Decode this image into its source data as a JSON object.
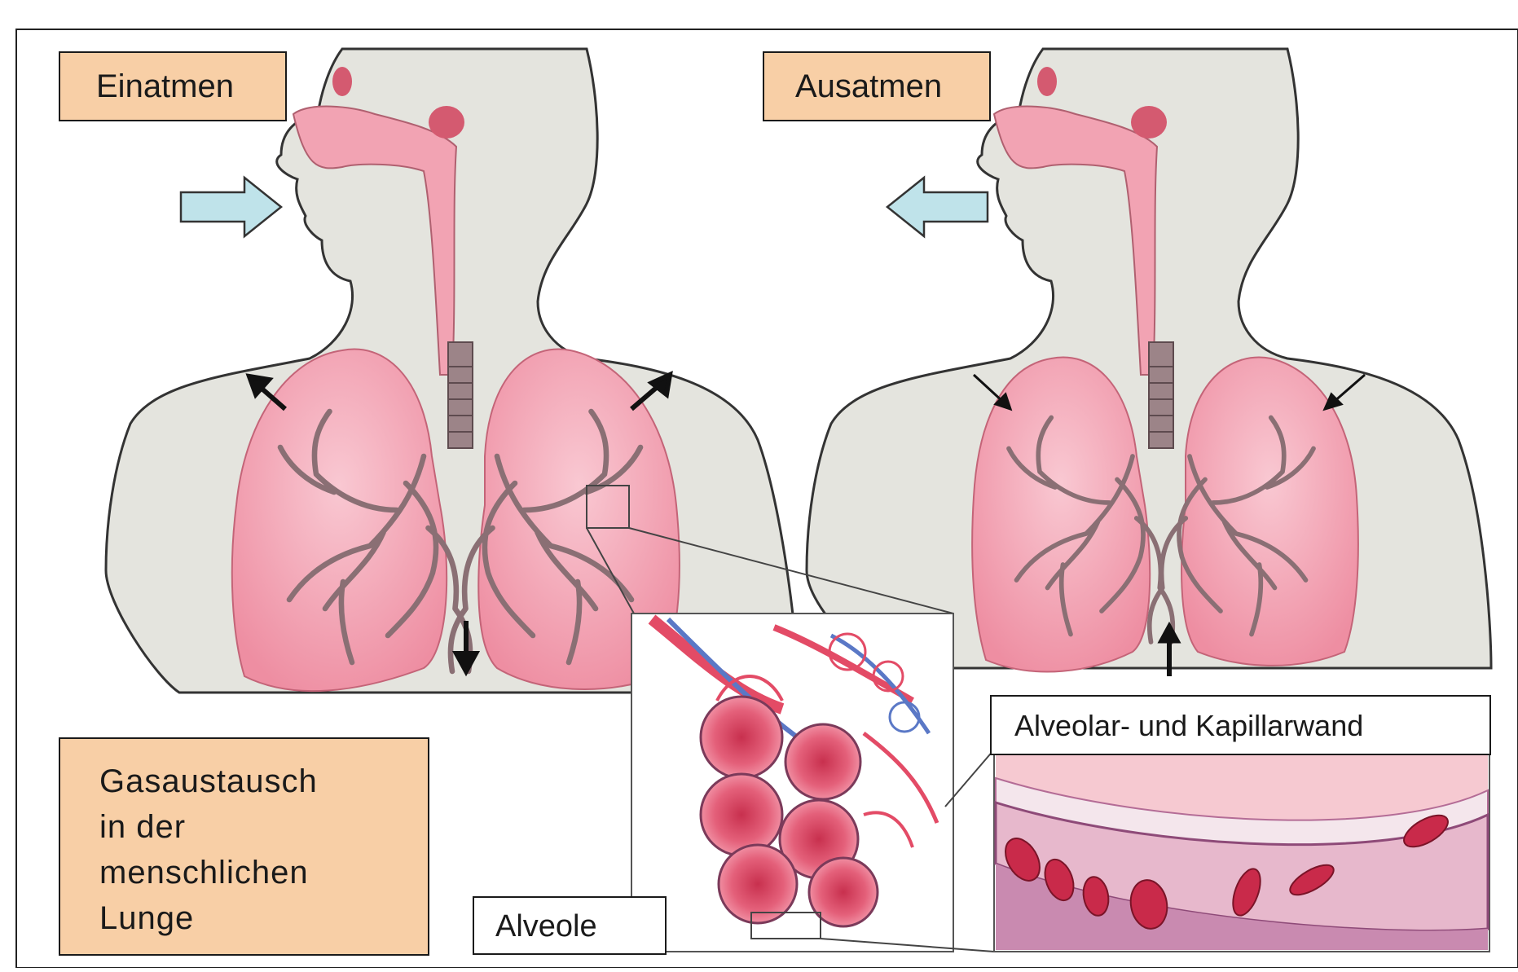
{
  "labels": {
    "inhale": "Einatmen",
    "exhale": "Ausatmen",
    "title_lines": [
      "Gasaustausch",
      "in der",
      "menschlichen",
      "Lunge"
    ],
    "alveole": "Alveole",
    "wall": "Alveolar- und Kapillarwand"
  },
  "colors": {
    "label_fill": "#f8cfa6",
    "body_fill": "#e4e4de",
    "lung_fill": "#f2a3b3",
    "bronchi": "#8a6f74",
    "airflow_arrow": "#bfe3ea",
    "alveoli": "#e65c78",
    "blood_cell": "#c92a4a"
  },
  "icons": [
    "airflow-in-arrow-icon",
    "airflow-out-arrow-icon",
    "expansion-arrow-icon",
    "contraction-arrow-icon"
  ]
}
